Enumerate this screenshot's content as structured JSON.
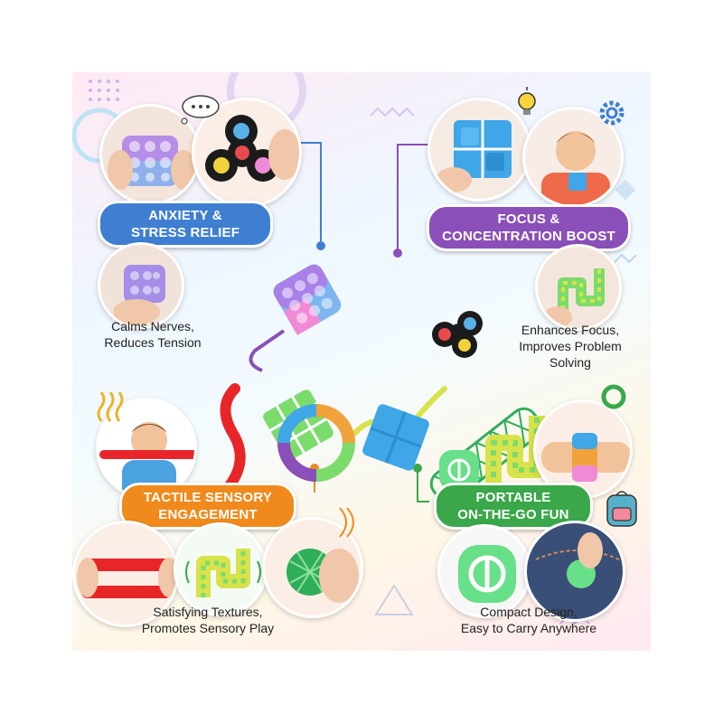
{
  "sections": {
    "anxiety": {
      "title_lines": [
        "ANXIETY &",
        "STRESS RELIEF"
      ],
      "caption_lines": [
        "Calms Nerves,",
        "Reduces Tension"
      ],
      "color": "#3f7fd1"
    },
    "focus": {
      "title_lines": [
        "FOCUS &",
        "CONCENTRATION BOOST"
      ],
      "caption_lines": [
        "Enhances Focus,",
        "Improves Problem",
        "Solving"
      ],
      "color": "#8a4fb8"
    },
    "tactile": {
      "title_lines": [
        "TACTILE SENSORY",
        "ENGAGEMENT"
      ],
      "caption_lines": [
        "Satisfying Textures,",
        "Promotes Sensory Play"
      ],
      "color": "#f08a1c"
    },
    "portable": {
      "title_lines": [
        "PORTABLE",
        "ON-THE-GO FUN"
      ],
      "caption_lines": [
        "Compact Design,",
        "Easy to Carry Anywhere"
      ],
      "color": "#3aa84a"
    }
  },
  "colors": {
    "pop_purple": "#a980e8",
    "pop_blue": "#7fb6f0",
    "pop_pink": "#f08ad6",
    "cube_blue": "#3fa6e8",
    "tube_red": "#e8262a",
    "snake_green": "#7bdc6c",
    "snake_yellow": "#d8e24a",
    "mesh_green": "#2fae5a",
    "spinner_black": "#1b1b1b"
  }
}
